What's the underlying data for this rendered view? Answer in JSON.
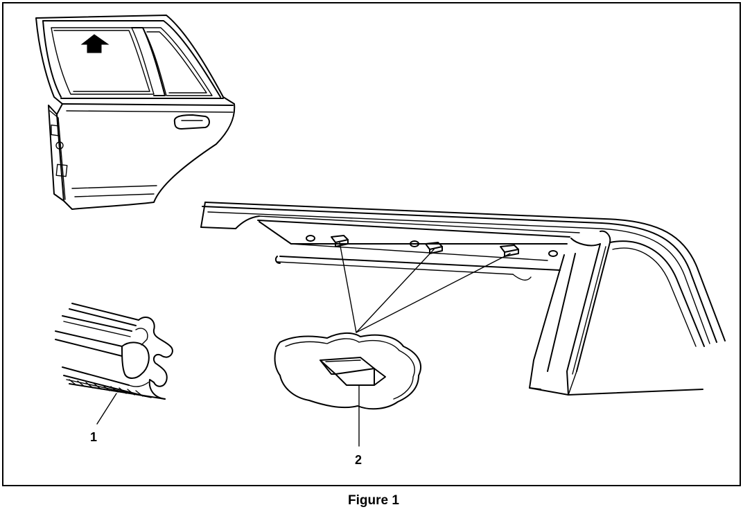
{
  "figure": {
    "caption": "Figure 1",
    "callouts": [
      {
        "id": "1",
        "label": "1"
      },
      {
        "id": "2",
        "label": "2"
      }
    ]
  },
  "icons": {
    "up_arrow": "up-arrow-icon"
  }
}
